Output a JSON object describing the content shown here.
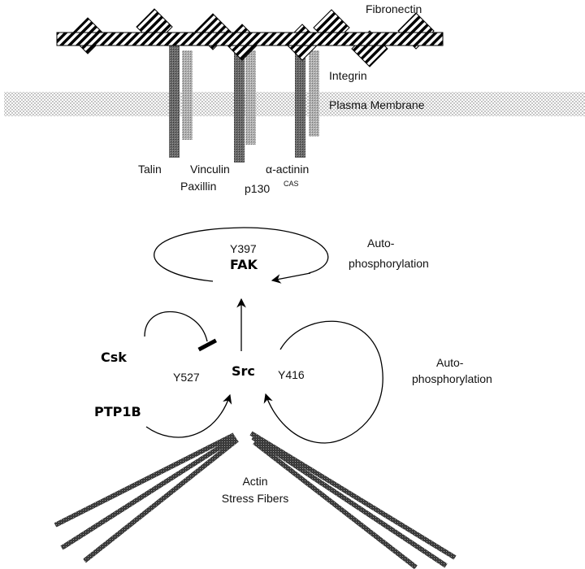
{
  "labels": {
    "fibronectin": "Fibronectin",
    "integrin": "Integrin",
    "plasma_membrane": "Plasma Membrane",
    "talin": "Talin",
    "vinculin": "Vinculin",
    "paxillin": "Paxillin",
    "p130": "p130",
    "cas": "CAS",
    "alpha_actinin": "α-actinin",
    "y397": "Y397",
    "fak": "FAK",
    "auto_fak_1": "Auto-",
    "auto_fak_2": "phosphorylation",
    "csk": "Csk",
    "y527": "Y527",
    "src": "Src",
    "y416": "Y416",
    "auto_src_1": "Auto-",
    "auto_src_2": "phosphorylation",
    "ptp1b": "PTP1B",
    "actin_1": "Actin",
    "actin_2": "Stress Fibers"
  },
  "colors": {
    "line": "#000000",
    "bar_dark": "#5c5c5c",
    "bar_light": "#a8a8a8",
    "membrane_dots": "#777777"
  }
}
